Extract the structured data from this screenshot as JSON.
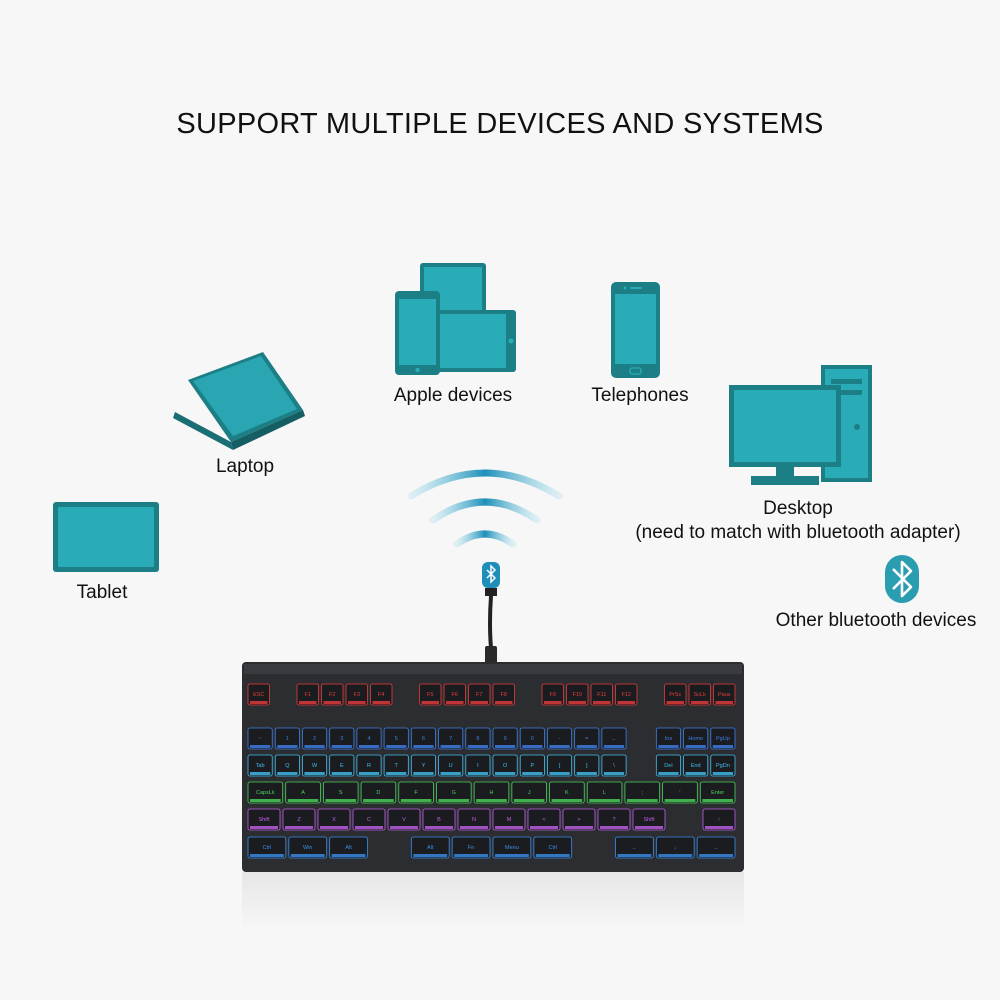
{
  "heading": "SUPPORT MULTIPLE DEVICES AND SYSTEMS",
  "colors": {
    "device_teal": "#2aacb8",
    "device_frame": "#1d7f86",
    "background": "#f7f7f7",
    "wifi": "#2a8fb0"
  },
  "devices": {
    "tablet": {
      "label": "Tablet",
      "icon": "tablet-icon"
    },
    "laptop": {
      "label": "Laptop",
      "icon": "laptop-icon"
    },
    "apple": {
      "label": "Apple devices",
      "icon": "apple-devices-icon"
    },
    "phone": {
      "label": "Telephones",
      "icon": "phone-icon"
    },
    "desktop": {
      "label": "Desktop",
      "note": "(need to match with bluetooth  adapter)",
      "icon": "desktop-icon"
    },
    "bluetooth": {
      "label": "Other bluetooth devices",
      "icon": "bluetooth-icon"
    }
  },
  "keyboard": {
    "icon": "keyboard-image",
    "rows": [
      [
        "ESC",
        "",
        "F1",
        "F2",
        "F3",
        "F4",
        "",
        "F5",
        "F6",
        "F7",
        "F8",
        "",
        "F9",
        "F10",
        "F11",
        "F12",
        "",
        "PrSc",
        "ScLk",
        "Paus"
      ],
      [
        "~",
        "1",
        "2",
        "3",
        "4",
        "5",
        "6",
        "7",
        "8",
        "9",
        "0",
        "-",
        "=",
        "←",
        "",
        "Ins",
        "Home",
        "PgUp"
      ],
      [
        "Tab",
        "Q",
        "W",
        "E",
        "R",
        "T",
        "Y",
        "U",
        "I",
        "O",
        "P",
        "[",
        "]",
        "\\",
        "",
        "Del",
        "End",
        "PgDn"
      ],
      [
        "CapsLk",
        "A",
        "S",
        "D",
        "F",
        "G",
        "H",
        "J",
        "K",
        "L",
        ";",
        "'",
        "Enter"
      ],
      [
        "Shift",
        "Z",
        "X",
        "C",
        "V",
        "B",
        "N",
        "M",
        "<",
        ">",
        "?",
        "Shift",
        "",
        "↑"
      ],
      [
        "Ctrl",
        "Win",
        "Alt",
        "",
        "Alt",
        "Fn",
        "Menu",
        "Ctrl",
        "",
        "←",
        "↓",
        "→"
      ]
    ]
  }
}
